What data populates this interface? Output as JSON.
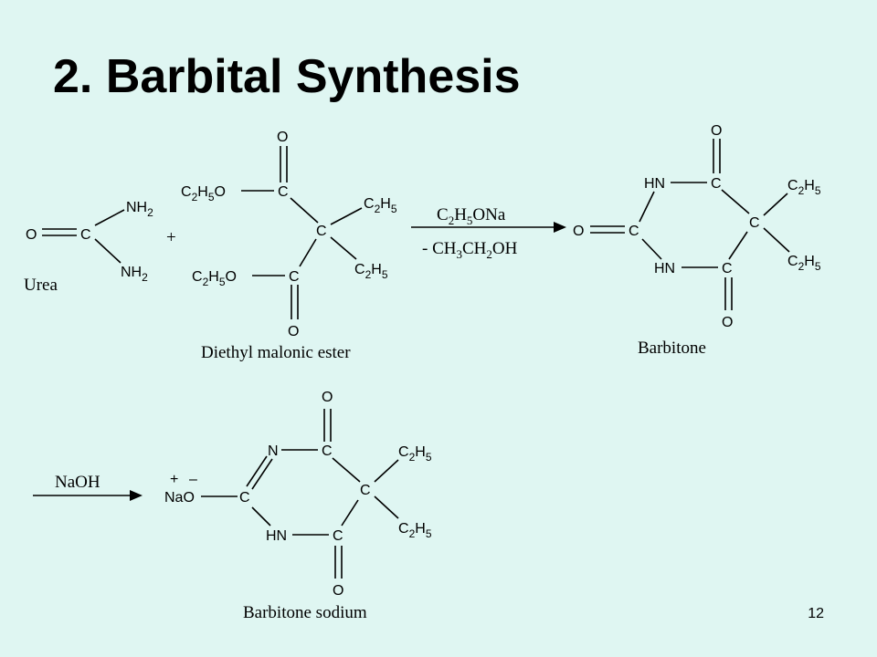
{
  "title": "2. Barbital Synthesis",
  "page_number": "12",
  "atoms": {
    "O": "O",
    "C": "C",
    "NH": "NH",
    "HN": "HN",
    "N": "N",
    "Na": "Na",
    "H": "H",
    "charge_plus": "+",
    "charge_minus": "–",
    "sub_2": "2",
    "sub_3": "3",
    "sub_5": "5",
    "plus_sign": "+"
  },
  "labels": {
    "urea": "Urea",
    "diethyl_malonic_ester": "Diethyl malonic ester",
    "barbitone": "Barbitone",
    "barbitone_sodium": "Barbitone sodium"
  },
  "reagents": {
    "step1_reagent": {
      "C": "C",
      "sub_a": "2",
      "H": "H",
      "sub_b": "5",
      "rest": "ONa"
    },
    "step1_byproduct": {
      "prefix": "- CH",
      "sub_a": "3",
      "mid": "CH",
      "sub_b": "2",
      "rest": "OH"
    },
    "step2_reagent": "NaOH"
  }
}
